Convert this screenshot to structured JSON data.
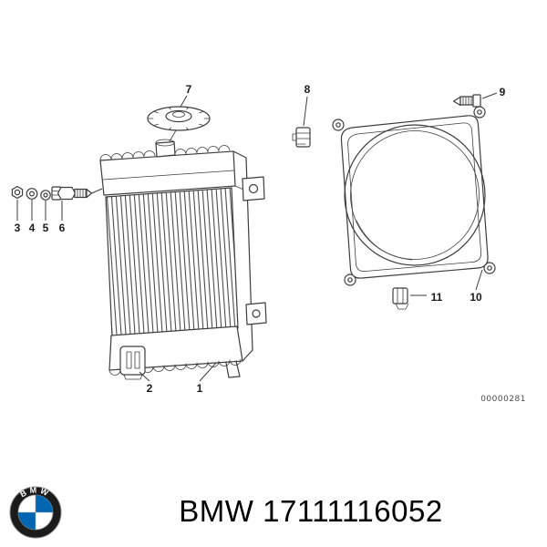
{
  "diagram": {
    "stamp": "00000281",
    "labels": [
      "1",
      "2",
      "3",
      "4",
      "5",
      "6",
      "7",
      "8",
      "9",
      "10",
      "11"
    ]
  },
  "footer": {
    "brand": "BMW",
    "part_number": "17111116052"
  },
  "logo": {
    "text": "BMW"
  },
  "colors": {
    "line": "#3d3d3d",
    "bmw_blue": "#0066B1",
    "text": "#000000"
  }
}
